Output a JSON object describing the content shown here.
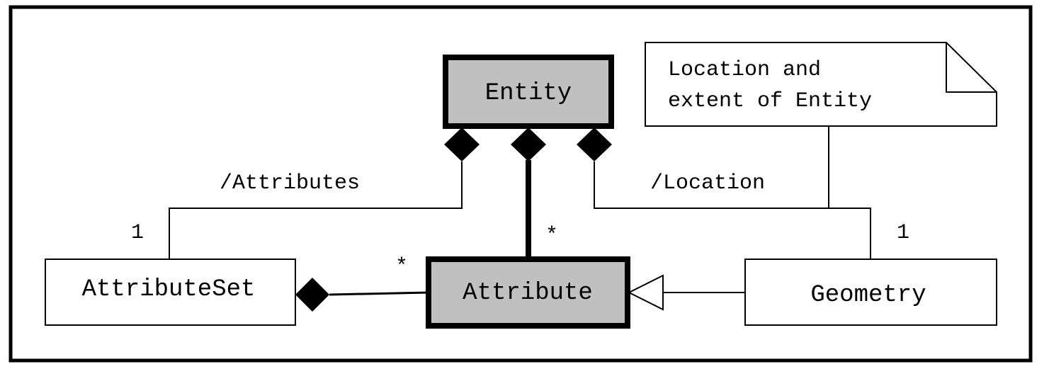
{
  "classes": {
    "entity": "Entity",
    "attribute": "Attribute",
    "attribute_set": "AttributeSet",
    "geometry": "Geometry"
  },
  "note": {
    "line1": "Location and",
    "line2": "extent of Entity"
  },
  "roles": {
    "attributes": "/Attributes",
    "location": "/Location"
  },
  "multiplicities": {
    "attribute_set": "1",
    "entity_attribute": "*",
    "attributeset_attribute": "*",
    "geometry": "1"
  },
  "colors": {
    "highlighted_class_fill": "#c0c0c0",
    "class_fill": "#ffffff",
    "stroke": "#000000"
  }
}
